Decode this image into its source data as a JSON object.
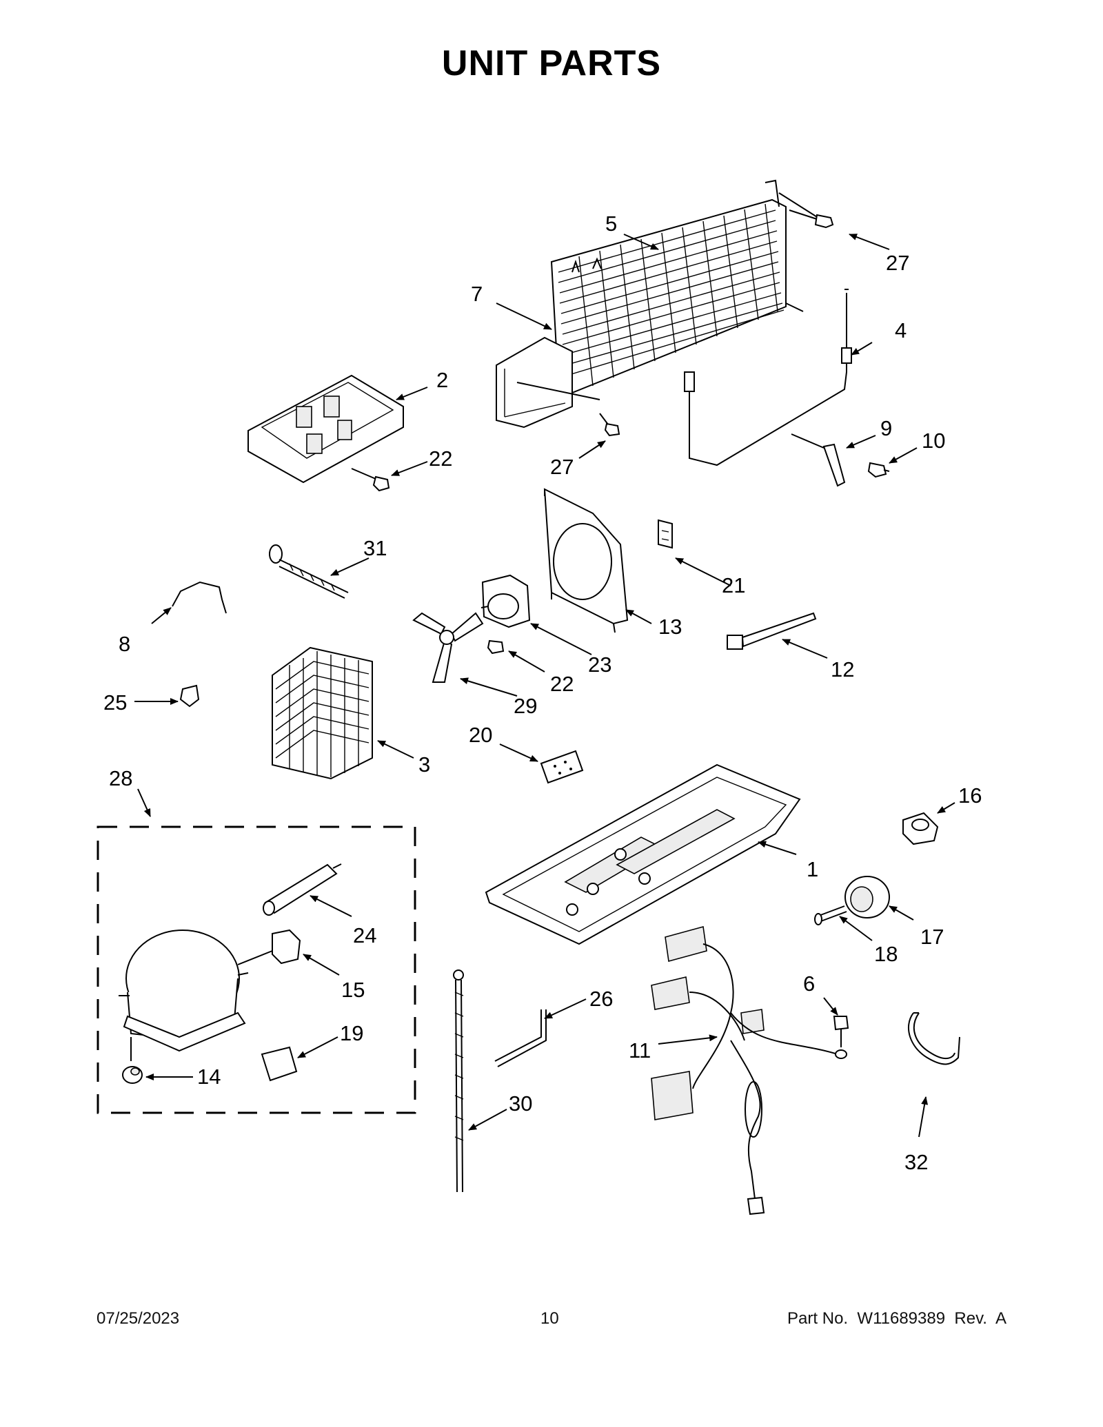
{
  "header": {
    "title": "UNIT PARTS"
  },
  "footer": {
    "date": "07/25/2023",
    "page": "10",
    "part_number": "Part No.  W11689389  Rev.  A"
  },
  "callouts": {
    "c1": "1",
    "c2": "2",
    "c3": "3",
    "c4": "4",
    "c5": "5",
    "c6": "6",
    "c7": "7",
    "c8": "8",
    "c9": "9",
    "c10": "10",
    "c11": "11",
    "c12": "12",
    "c13": "13",
    "c14": "14",
    "c15": "15",
    "c16": "16",
    "c17": "17",
    "c18": "18",
    "c19": "19",
    "c20": "20",
    "c21": "21",
    "c22a": "22",
    "c22b": "22",
    "c23": "23",
    "c24": "24",
    "c25": "25",
    "c26": "26",
    "c27a": "27",
    "c27b": "27",
    "c28": "28",
    "c29": "29",
    "c30": "30",
    "c31": "31",
    "c32": "32"
  }
}
